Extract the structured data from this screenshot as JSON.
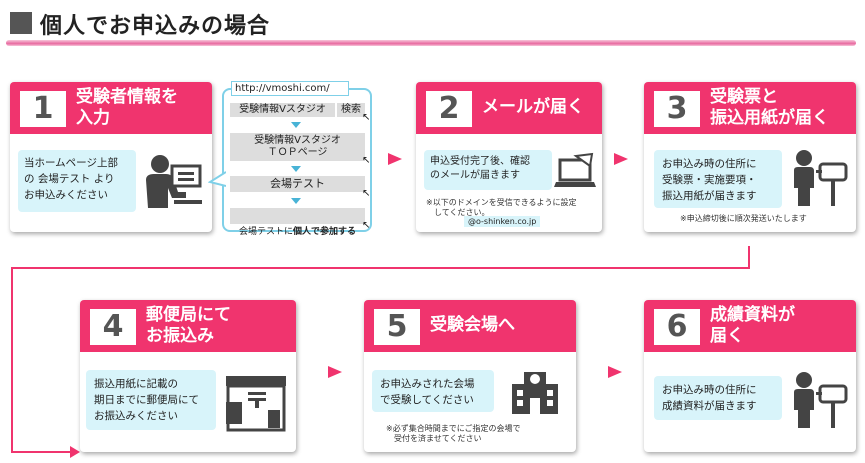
{
  "title": "個人でお申込みの場合",
  "steps": [
    {
      "num": "1",
      "heading": "受験者情報を\n入力",
      "bubble": "当ホームページ上部\nの 会場テスト より\nお申込みください"
    },
    {
      "num": "2",
      "heading": "メールが届く",
      "bubble": "申込受付完了後、確認\nのメールが届きます",
      "note": "※以下のドメインを受信できるように設定\n　してください。",
      "domain": "@o-shinken.co.jp"
    },
    {
      "num": "3",
      "heading": "受験票と\n振込用紙が届く",
      "bubble": "お申込み時の住所に\n受験票・実施要項・\n振込用紙が届きます",
      "note": "※申込締切後に順次発送いたします"
    },
    {
      "num": "4",
      "heading": "郵便局にて\nお振込み",
      "bubble": "振込用紙に記載の\n期日までに郵便局にて\nお振込みください"
    },
    {
      "num": "5",
      "heading": "受験会場へ",
      "bubble": "お申込みされた会場\nで受験してください",
      "note": "※必ず集合時間までにご指定の会場で\n　受付を済ませてください"
    },
    {
      "num": "6",
      "heading": "成績資料が\n届く",
      "bubble": "お申込み時の住所に\n成績資料が届きます"
    }
  ],
  "browser": {
    "url": "http://vmoshi.com/",
    "search_field": "受験情報Vスタジオ",
    "search_button": "検索",
    "top_page": "受験情報Vスタジオ\nＴＯＰページ",
    "exam": "会場テスト",
    "join_prefix": "会場テストに",
    "join_emph": "個人で参加する"
  },
  "colors": {
    "accent": "#f0346e",
    "bubble": "#d8f4fa",
    "browser_border": "#7fd0e8"
  }
}
